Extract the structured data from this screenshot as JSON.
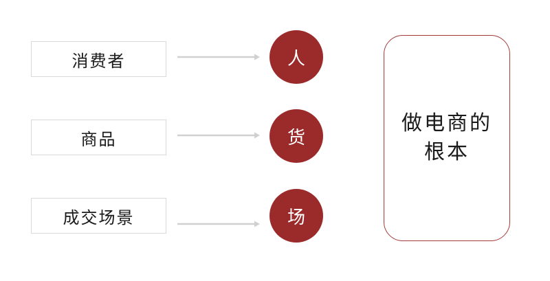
{
  "colors": {
    "circle_fill": "#9b2a2a",
    "result_border": "#a33a3a",
    "arrow": "#d0d0d0"
  },
  "rows": [
    {
      "label": "消费者",
      "circle_text": "人"
    },
    {
      "label": "商品",
      "circle_text": "货"
    },
    {
      "label": "成交场景",
      "circle_text": "场"
    }
  ],
  "result": {
    "text": "做电商的根本"
  }
}
